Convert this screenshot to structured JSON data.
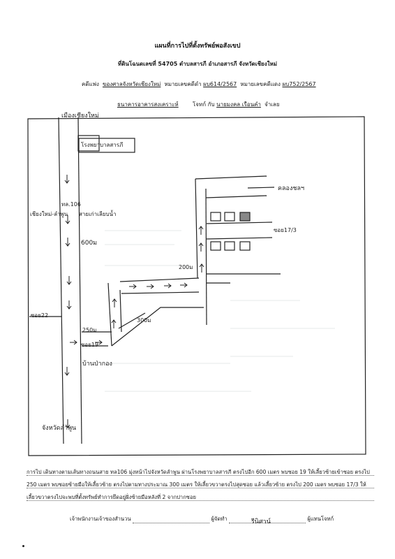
{
  "header": {
    "title": "แผนที่การไปที่ตั้งทรัพย์พอสังเขป",
    "subtitle": "ที่ดินโฉนดเลขที่ 54705 ตำบลสารภี  อำเภอสารภี  จังหวัดเชียงใหม่",
    "case_line": {
      "case_label": "คดีแพ่ง",
      "court": "ของศาลจังหวัดเชียงใหม่",
      "black_case_label": "หมายเลขคดีดำ",
      "black_case_no": "ผบ614/2567",
      "red_case_label": "หมายเลขคดีแดง",
      "red_case_no": "ผบ752/2567"
    },
    "parties": {
      "plaintiff": "ธนาคารอาคารสงเคราะห์",
      "plaintiff_label": "โจทก์",
      "between": "กับ",
      "defendant": "นายมงคล เรือนคำ",
      "defendant_label": "จำเลย"
    }
  },
  "map": {
    "labels": {
      "to_chiangmai": "เมืองเชียงใหม่",
      "hospital": "โรงพยาบาลสารภี",
      "highway": "ทล.106",
      "road_name": "เชียงใหม่-ลำพูน",
      "old_road": "สายเก่าเลียบน้ำ",
      "dist_600": "600ม",
      "soi_22": "ซอย22",
      "dist_250": "250ม",
      "soi_19": "ซอย19",
      "ban_pakong": "บ้านป่ากอง",
      "to_lamphun": "จังหวัดลำพูน",
      "dist_300": "300ม",
      "dist_200": "200ม",
      "irrigation": "คลองชลฯ",
      "soi_17_3": "ซอย17/3"
    }
  },
  "directions": {
    "text": "การไป เดินทางตามเส้นทางถนนสาย ทล106 มุ่งหน้าไปจังหวัดลำพูน ผ่านโรงพยาบาลสารภี ตรงไปอีก 600 เมตร พบซอย 19 ให้เลี้ยวซ้ายเข้าซอย ตรงไป 250 เมตร พบซอยซ้ายมือให้เลี้ยวซ้าย ตรงไปตามทางประมาณ 300 เมตร ให้เลี้ยวขวาตรงไปสุดซอย แล้วเลี้ยวซ้าย ตรงไป 200 เมตร พบซอย 17/3 ให้เลี้ยวขวาตรงไปจะพบที่ตั้งทรัพย์ทำการยึดอยู่ฝั่งซ้ายมือหลังที่ 2 จากปากซอย"
  },
  "signatures": {
    "officer": "เจ้าพนักงานเจ้าของสำนวน",
    "drafter": "ผู้จัดทำ",
    "rep": "ผู้แทนโจทก์",
    "signature_mark": "รีนิศาน์"
  }
}
